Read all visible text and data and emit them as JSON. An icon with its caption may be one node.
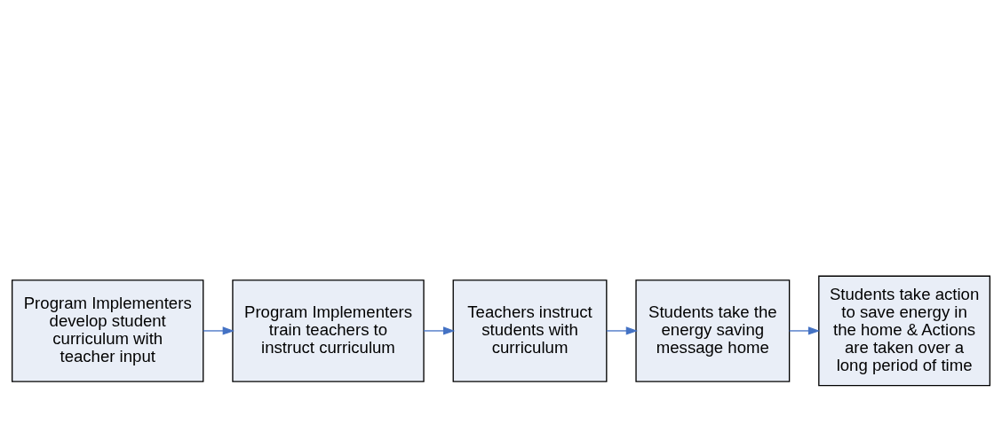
{
  "diagram": {
    "nodes": [
      {
        "text": [
          "Program Implementers develop student curriculum with teacher input"
        ]
      },
      {
        "text": [
          "Program Implementers train teachers to instruct curriculum"
        ]
      },
      {
        "text": [
          "Teachers instruct students with curriculum"
        ]
      },
      {
        "text": [
          "Students take the energy saving message home"
        ]
      },
      {
        "text": [
          "Students take action to save energy in the home & Actions are taken over a long period of time"
        ]
      }
    ],
    "edges": [
      {
        "from": 0,
        "to": 1,
        "arrow": "to"
      },
      {
        "from": 1,
        "to": 2,
        "arrow": "to"
      },
      {
        "from": 2,
        "to": 3,
        "arrow": "to"
      },
      {
        "from": 3,
        "to": 4,
        "arrow": "to"
      }
    ]
  }
}
